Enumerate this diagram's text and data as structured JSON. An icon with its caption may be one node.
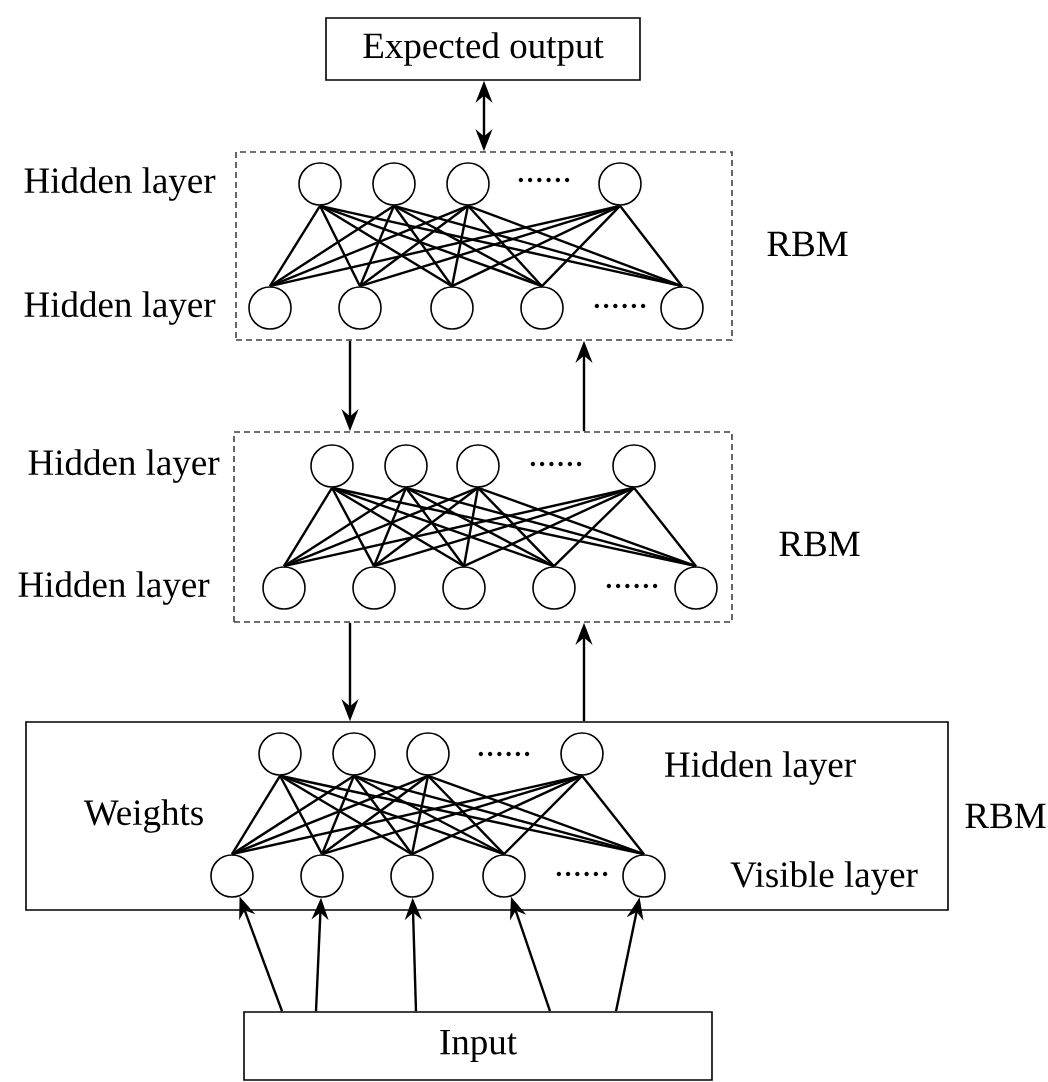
{
  "diagram": {
    "nodes": [
      {
        "text": [
          "Expected output"
        ]
      },
      {
        "text": [],
        "shape": "box",
        "beside": [
          "RBM"
        ]
      },
      {
        "text": [],
        "shape": "circle",
        "in": 1
      },
      {
        "text": [],
        "shape": "circle",
        "in": 1
      },
      {
        "text": [],
        "shape": "circle",
        "in": 1
      },
      {
        "text": [],
        "shape": "circle",
        "in": 1
      },
      {
        "text": [],
        "shape": "circle",
        "in": 1
      },
      {
        "text": [],
        "shape": "circle",
        "in": 1
      },
      {
        "text": [],
        "shape": "circle",
        "in": 1
      },
      {
        "text": [],
        "shape": "circle",
        "in": 1
      },
      {
        "text": [],
        "shape": "circle",
        "in": 1
      },
      {
        "text": [],
        "shape": "box",
        "beside": [
          "RBM"
        ]
      },
      {
        "text": [],
        "shape": "circle",
        "in": 11
      },
      {
        "text": [],
        "shape": "circle",
        "in": 11
      },
      {
        "text": [],
        "shape": "circle",
        "in": 11
      },
      {
        "text": [],
        "shape": "circle",
        "in": 11
      },
      {
        "text": [],
        "shape": "circle",
        "in": 11
      },
      {
        "text": [],
        "shape": "circle",
        "in": 11
      },
      {
        "text": [],
        "shape": "circle",
        "in": 11
      },
      {
        "text": [],
        "shape": "circle",
        "in": 11
      },
      {
        "text": [],
        "shape": "circle",
        "in": 11
      },
      {
        "text": [
          "Hidden layer",
          "Weights",
          "Visible layer"
        ],
        "beside": [
          "RBM"
        ]
      },
      {
        "text": [],
        "shape": "circle",
        "in": 21
      },
      {
        "text": [],
        "shape": "circle",
        "in": 21
      },
      {
        "text": [],
        "shape": "circle",
        "in": 21
      },
      {
        "text": [],
        "shape": "circle",
        "in": 21
      },
      {
        "text": [],
        "shape": "circle",
        "in": 21
      },
      {
        "text": [],
        "shape": "circle",
        "in": 21
      },
      {
        "text": [],
        "shape": "circle",
        "in": 21
      },
      {
        "text": [],
        "shape": "circle",
        "in": 21
      },
      {
        "text": [],
        "shape": "circle",
        "in": 21
      },
      {
        "text": [
          "Input"
        ]
      }
    ],
    "edges": [
      {
        "from": 0,
        "to": 1,
        "arrow": "both"
      },
      {
        "from": 1,
        "to": 11,
        "arrow": "to"
      },
      {
        "from": 11,
        "to": 1,
        "arrow": "to"
      },
      {
        "from": 11,
        "to": 21,
        "arrow": "to"
      },
      {
        "from": 21,
        "to": 11,
        "arrow": "to"
      },
      {
        "from": 31,
        "to": 26,
        "arrow": "to"
      },
      {
        "from": 31,
        "to": 27,
        "arrow": "to"
      },
      {
        "from": 31,
        "to": 28,
        "arrow": "to"
      },
      {
        "from": 31,
        "to": 29,
        "arrow": "to"
      },
      {
        "from": 31,
        "to": 30,
        "arrow": "to"
      },
      {
        "from": 2,
        "to": 6,
        "arrow": "none"
      },
      {
        "from": 2,
        "to": 7,
        "arrow": "none"
      },
      {
        "from": 2,
        "to": 8,
        "arrow": "none"
      },
      {
        "from": 2,
        "to": 9,
        "arrow": "none"
      },
      {
        "from": 2,
        "to": 10,
        "arrow": "none"
      },
      {
        "from": 3,
        "to": 6,
        "arrow": "none"
      },
      {
        "from": 3,
        "to": 7,
        "arrow": "none"
      },
      {
        "from": 3,
        "to": 8,
        "arrow": "none"
      },
      {
        "from": 3,
        "to": 9,
        "arrow": "none"
      },
      {
        "from": 3,
        "to": 10,
        "arrow": "none"
      },
      {
        "from": 4,
        "to": 6,
        "arrow": "none"
      },
      {
        "from": 4,
        "to": 7,
        "arrow": "none"
      },
      {
        "from": 4,
        "to": 8,
        "arrow": "none"
      },
      {
        "from": 4,
        "to": 9,
        "arrow": "none"
      },
      {
        "from": 4,
        "to": 10,
        "arrow": "none"
      },
      {
        "from": 5,
        "to": 6,
        "arrow": "none"
      },
      {
        "from": 5,
        "to": 7,
        "arrow": "none"
      },
      {
        "from": 5,
        "to": 8,
        "arrow": "none"
      },
      {
        "from": 5,
        "to": 9,
        "arrow": "none"
      },
      {
        "from": 5,
        "to": 10,
        "arrow": "none"
      },
      {
        "from": 12,
        "to": 16,
        "arrow": "none"
      },
      {
        "from": 12,
        "to": 17,
        "arrow": "none"
      },
      {
        "from": 12,
        "to": 18,
        "arrow": "none"
      },
      {
        "from": 12,
        "to": 19,
        "arrow": "none"
      },
      {
        "from": 12,
        "to": 20,
        "arrow": "none"
      },
      {
        "from": 13,
        "to": 16,
        "arrow": "none"
      },
      {
        "from": 13,
        "to": 17,
        "arrow": "none"
      },
      {
        "from": 13,
        "to": 18,
        "arrow": "none"
      },
      {
        "from": 13,
        "to": 19,
        "arrow": "none"
      },
      {
        "from": 13,
        "to": 20,
        "arrow": "none"
      },
      {
        "from": 14,
        "to": 16,
        "arrow": "none"
      },
      {
        "from": 14,
        "to": 17,
        "arrow": "none"
      },
      {
        "from": 14,
        "to": 18,
        "arrow": "none"
      },
      {
        "from": 14,
        "to": 19,
        "arrow": "none"
      },
      {
        "from": 14,
        "to": 20,
        "arrow": "none"
      },
      {
        "from": 15,
        "to": 16,
        "arrow": "none"
      },
      {
        "from": 15,
        "to": 17,
        "arrow": "none"
      },
      {
        "from": 15,
        "to": 18,
        "arrow": "none"
      },
      {
        "from": 15,
        "to": 19,
        "arrow": "none"
      },
      {
        "from": 15,
        "to": 20,
        "arrow": "none"
      },
      {
        "from": 22,
        "to": 26,
        "arrow": "none"
      },
      {
        "from": 22,
        "to": 27,
        "arrow": "none"
      },
      {
        "from": 22,
        "to": 28,
        "arrow": "none"
      },
      {
        "from": 22,
        "to": 29,
        "arrow": "none"
      },
      {
        "from": 22,
        "to": 30,
        "arrow": "none"
      },
      {
        "from": 23,
        "to": 26,
        "arrow": "none"
      },
      {
        "from": 23,
        "to": 27,
        "arrow": "none"
      },
      {
        "from": 23,
        "to": 28,
        "arrow": "none"
      },
      {
        "from": 23,
        "to": 29,
        "arrow": "none"
      },
      {
        "from": 23,
        "to": 30,
        "arrow": "none"
      },
      {
        "from": 24,
        "to": 26,
        "arrow": "none"
      },
      {
        "from": 24,
        "to": 27,
        "arrow": "none"
      },
      {
        "from": 24,
        "to": 28,
        "arrow": "none"
      },
      {
        "from": 24,
        "to": 29,
        "arrow": "none"
      },
      {
        "from": 24,
        "to": 30,
        "arrow": "none"
      },
      {
        "from": 25,
        "to": 26,
        "arrow": "none"
      },
      {
        "from": 25,
        "to": 27,
        "arrow": "none"
      },
      {
        "from": 25,
        "to": 28,
        "arrow": "none"
      },
      {
        "from": 25,
        "to": 29,
        "arrow": "none"
      },
      {
        "from": 25,
        "to": 30,
        "arrow": "none"
      }
    ],
    "labels": [
      "Hidden layer",
      "......",
      "Hidden layer",
      "......",
      "Hidden layer",
      "......",
      "Hidden layer",
      "......",
      "......",
      "......"
    ]
  }
}
